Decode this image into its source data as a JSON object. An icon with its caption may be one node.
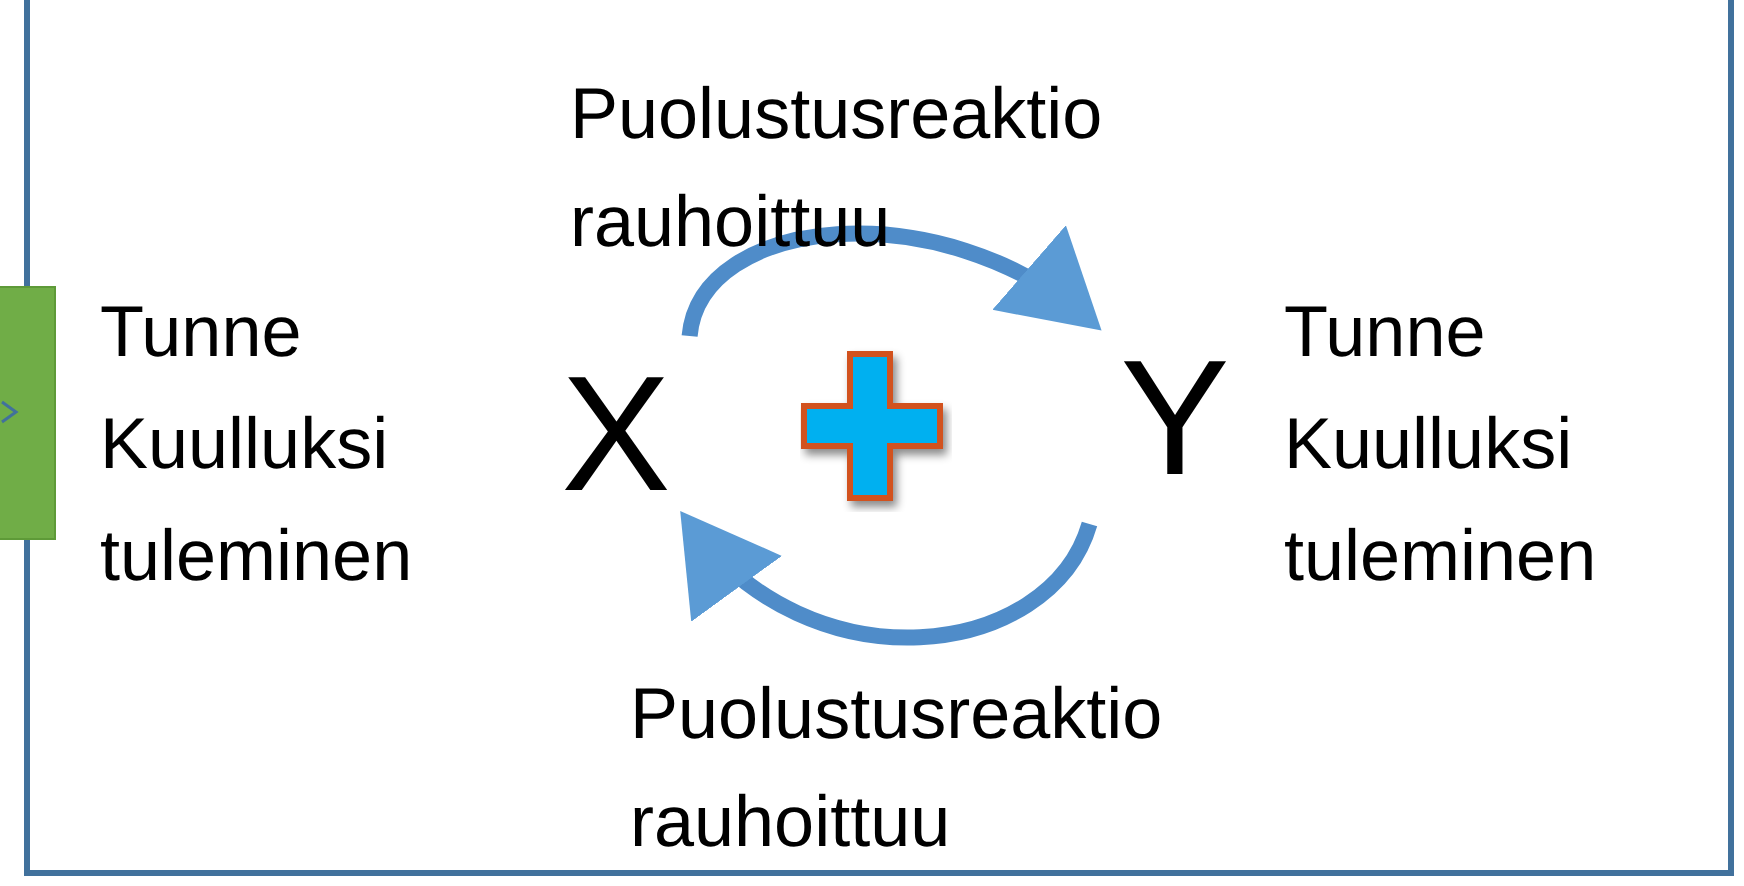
{
  "diagram": {
    "nodes": [
      {
        "text": [],
        "shape": "box"
      },
      {
        "text": [],
        "shape": "box"
      },
      {
        "text": [
          "Tunne Kuulluksi tuleminen"
        ],
        "in": 0
      },
      {
        "text": [
          "X"
        ],
        "in": 0
      },
      {
        "text": [
          "Y"
        ],
        "in": 0
      },
      {
        "text": [
          "Tunne Kuulluksi tuleminen"
        ],
        "in": 0
      }
    ],
    "edges": [
      {
        "from": 3,
        "to": 4,
        "arrow": "to",
        "label": "Puolustusreaktio rauhoittuu"
      },
      {
        "from": 4,
        "to": 3,
        "arrow": "to",
        "label": "Puolustusreaktio rauhoittuu"
      }
    ]
  }
}
